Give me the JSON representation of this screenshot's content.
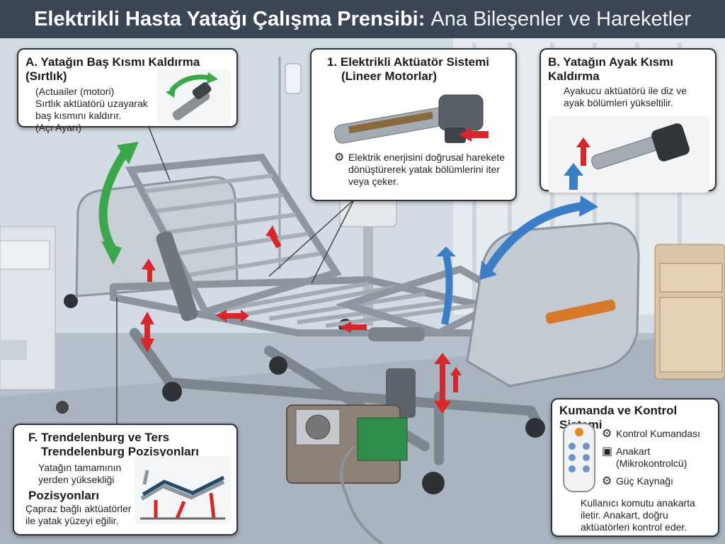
{
  "title": {
    "bold": "Elektrikli Hasta Yatağı Çalışma Prensibi:",
    "regular": "Ana Bileşenler ve Hareketler"
  },
  "cards": {
    "a": {
      "title": "A. Yatağın Baş Kısmı Kaldırma (Sırtlık)",
      "sub": "(Actuailer (motori)",
      "line1": "Sırtlık aktüatörü uzayarak",
      "line2": "baş kısmını kaldırır.",
      "line3": "(Açı Ayarı)"
    },
    "actuator": {
      "title1": "1. Elektrikli Aktüatör Sistemi",
      "title2": "(Lineer Motorlar)",
      "line1": "Elektrik enerjisini doğrusal harekete",
      "line2": "dönüştürerek yatak bölümlerini iter",
      "line3": "veya çeker."
    },
    "b": {
      "title": "B. Yatağın Ayak Kısmı Kaldırma",
      "line1": "Ayakucu aktüatörü ile diz ve",
      "line2": "ayak bölümleri yükseltilir."
    },
    "f": {
      "title1": "F. Trendelenburg ve Ters",
      "title2": "Trendelenburg Pozisyonları",
      "line1": "Yatağın tamamının",
      "line2": "yerden yüksekliği",
      "heading": "Pozisyonları",
      "line3": "Çapraz bağlı aktüatörler",
      "line4": "ile yatak yüzeyi eğilir."
    },
    "control": {
      "title": "Kumanda ve Kontrol Sistemi",
      "item1": "Kontrol Kumandası",
      "item2a": "Anakart",
      "item2b": "(Mikrokontrolcü)",
      "item3": "Güç Kaynağı",
      "line1": "Kullanıcı komutu anakarta",
      "line2": "iletir. Anakart, doğru",
      "line3": "aktüatörleri kontrol eder."
    }
  },
  "icons": {
    "gear": "gears-icon",
    "chip": "microcontroller-icon",
    "power": "power-supply-icon"
  },
  "colors": {
    "title_bg": "#3a4654",
    "green_arrow": "#3aa84a",
    "blue_arrow": "#3b7ec8",
    "red_arrow": "#d8262a"
  }
}
